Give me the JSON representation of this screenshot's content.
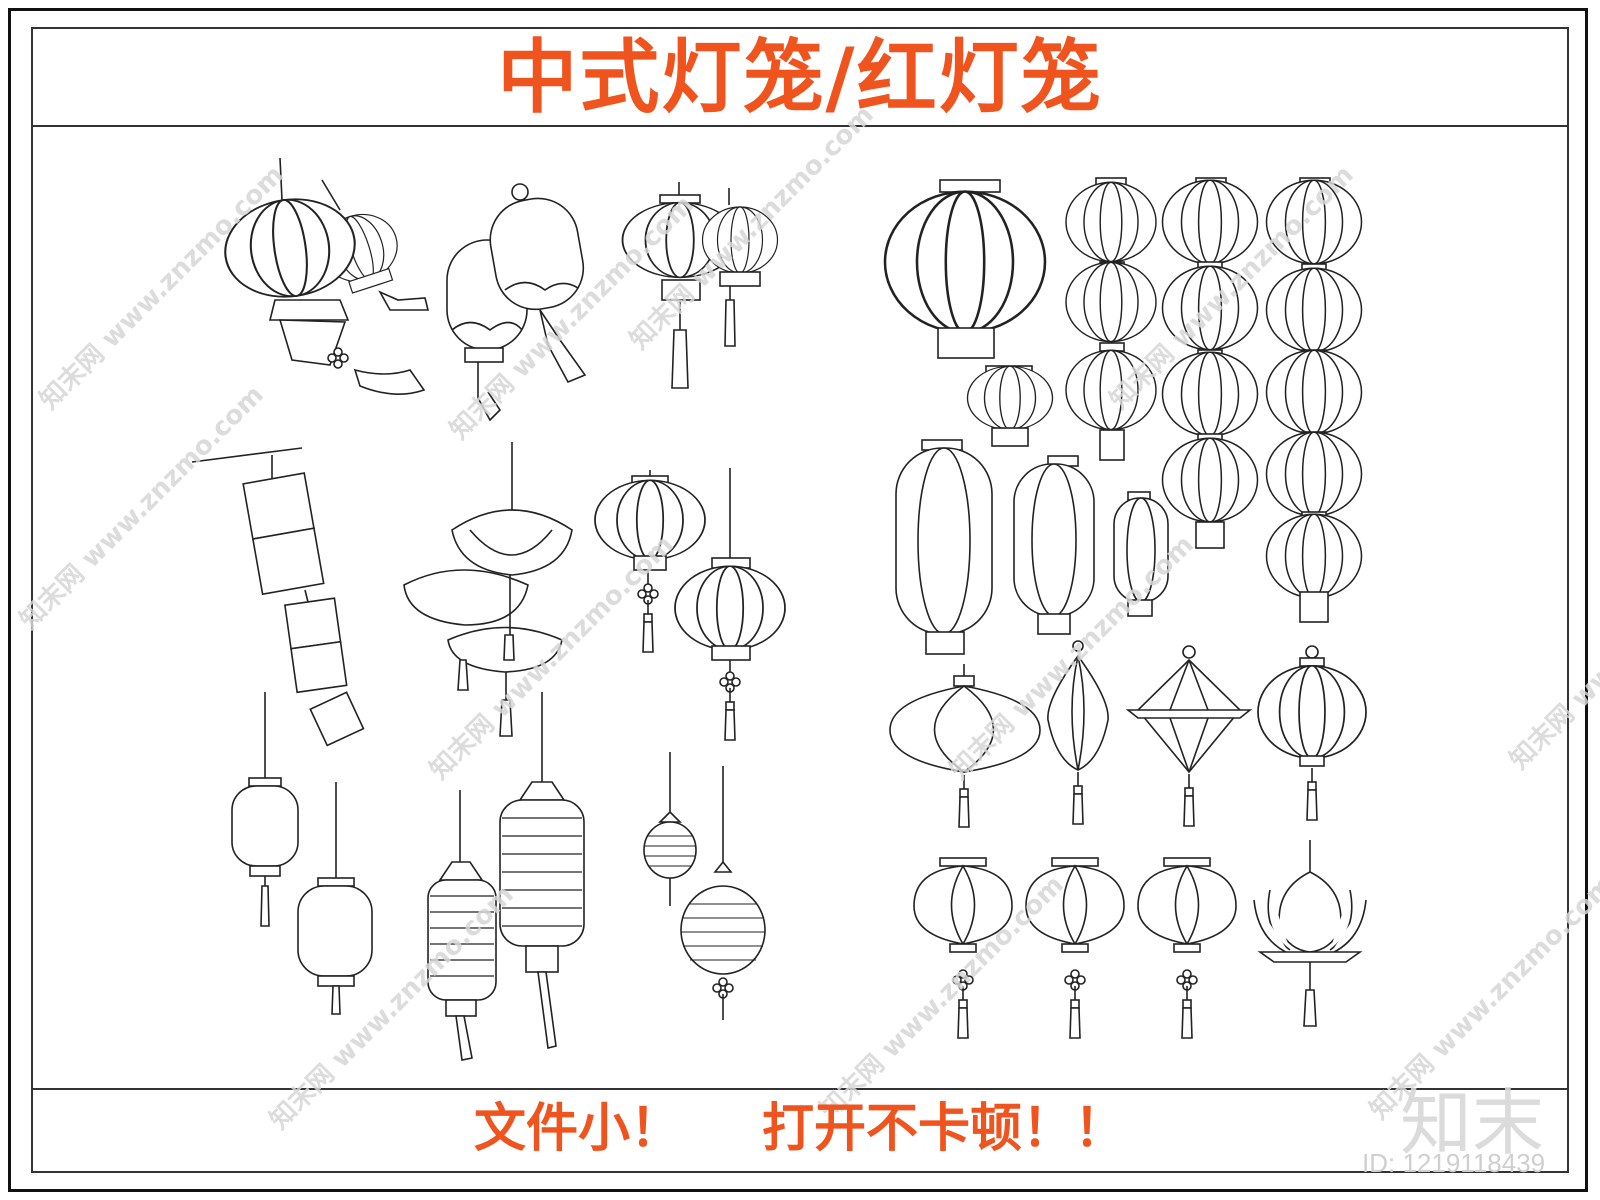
{
  "header": {
    "title": "中式灯笼/红灯笼"
  },
  "footer": {
    "slogan_part1": "文件小！",
    "slogan_part2": "打开不卡顿！！"
  },
  "watermark": {
    "text": "知末网 www.znzmo.com",
    "logo": "知末",
    "id_label": "ID: 1219118439"
  },
  "colors": {
    "accent": "#f0541e",
    "line": "#222222",
    "border": "#111111",
    "watermark": "#d6d6d6"
  },
  "illustration": {
    "subject": "lantern line drawings"
  }
}
